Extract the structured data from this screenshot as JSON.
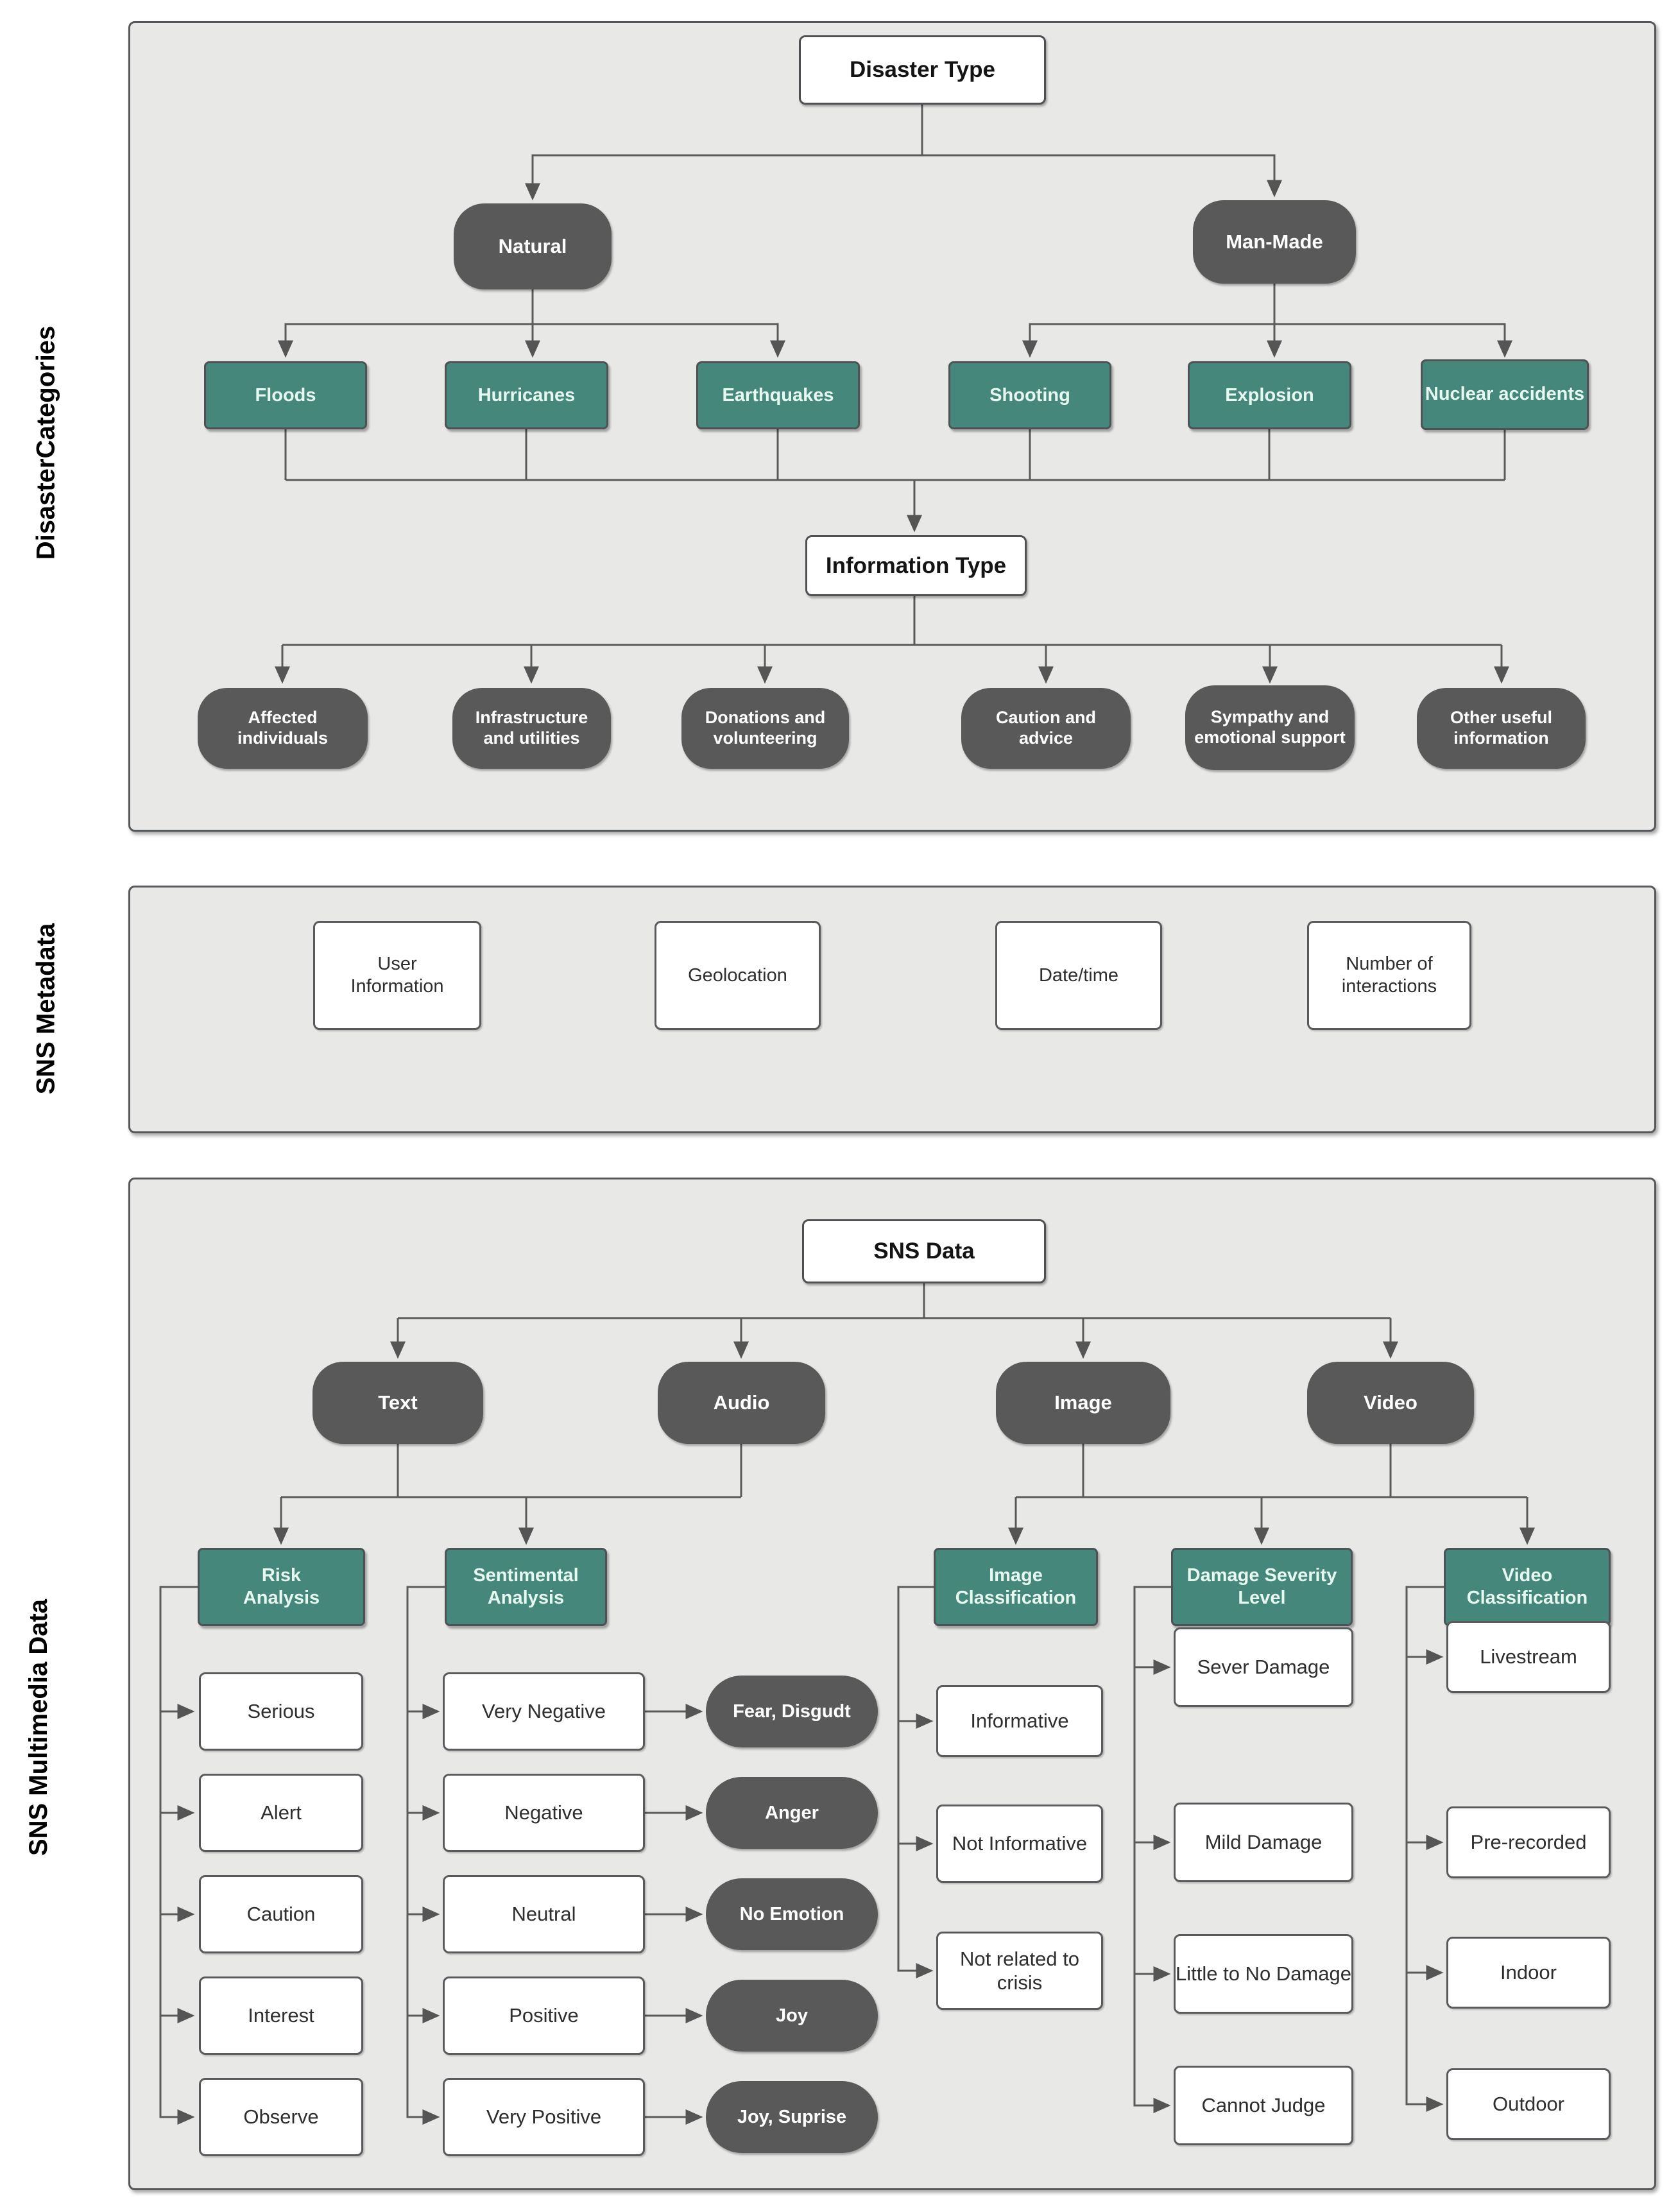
{
  "colors": {
    "teal": "#45877B",
    "dark_gray": "#595959",
    "panel_bg": "#E8E8E7",
    "line": "#5a5a5a"
  },
  "panels": {
    "disaster": {
      "side_label": "DisasterCategories",
      "root": "Disaster Type",
      "branches": [
        "Natural",
        "Man-Made"
      ],
      "types": [
        "Floods",
        "Hurricanes",
        "Earthquakes",
        "Shooting",
        "Explosion",
        "Nuclear accidents"
      ],
      "hub": "Information Type",
      "info_types": [
        "Affected individuals",
        "Infrastructure and utilities",
        "Donations and volunteering",
        "Caution and advice",
        "Sympathy and emotional support",
        "Other useful information"
      ]
    },
    "metadata": {
      "side_label": "SNS Metadata",
      "items": [
        "User Information",
        "Geolocation",
        "Date/time",
        "Number of interactions"
      ]
    },
    "multimedia": {
      "side_label": "SNS Multimedia Data",
      "root": "SNS Data",
      "channels": [
        "Text",
        "Audio",
        "Image",
        "Video"
      ],
      "classifiers": [
        "Risk Analysis",
        "Sentimental Analysis",
        "Image Classification",
        "Damage Severity Level",
        "Video Classification"
      ],
      "risk_levels": [
        "Serious",
        "Alert",
        "Caution",
        "Interest",
        "Observe"
      ],
      "sentiment_levels": [
        "Very Negative",
        "Negative",
        "Neutral",
        "Positive",
        "Very Positive"
      ],
      "emotions": [
        "Fear, Disgudt",
        "Anger",
        "No Emotion",
        "Joy",
        "Joy, Suprise"
      ],
      "image_classes": [
        "Informative",
        "Not Informative",
        "Not related to crisis"
      ],
      "damage_levels": [
        "Sever Damage",
        "Mild Damage",
        "Little to No Damage",
        "Cannot Judge"
      ],
      "video_classes": [
        "Livestream",
        "Pre-recorded",
        "Indoor",
        "Outdoor"
      ]
    }
  }
}
